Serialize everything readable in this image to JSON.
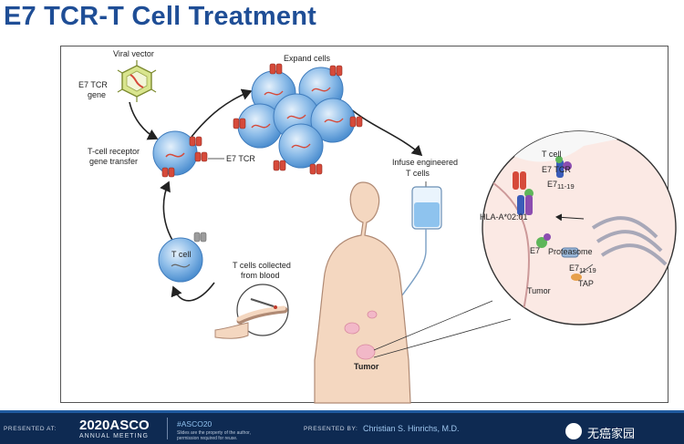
{
  "slide": {
    "title": "E7 TCR-T Cell Treatment"
  },
  "diagram": {
    "labels": {
      "viral_vector": "Viral vector",
      "e7_tcr_gene_1": "E7 TCR",
      "e7_tcr_gene_2": "gene",
      "expand_cells": "Expand cells",
      "gene_transfer_1": "T-cell receptor",
      "gene_transfer_2": "gene transfer",
      "e7_tcr": "E7 TCR",
      "infuse_1": "Infuse engineered",
      "infuse_2": "T cells",
      "t_cell_left": "T cell",
      "collected_1": "T cells collected",
      "collected_2": "from blood",
      "tumor_body": "Tumor",
      "inset_t_cell": "T cell",
      "inset_e7_tcr": "E7 TCR",
      "inset_e7_peptide": "E7",
      "inset_e7_peptide_sub": "11-19",
      "inset_hla": "HLA-A*02:01",
      "inset_proteasome": "Proteasome",
      "inset_e7": "E7",
      "inset_e7_frag": "E7",
      "inset_e7_frag_sub": "11-19",
      "inset_tap": "TAP",
      "inset_tumor": "Tumor"
    },
    "colors": {
      "cell_blue": "#6fa8e0",
      "cell_highlight": "#cfe4f7",
      "receptor_red": "#d64a3a",
      "skin": "#f4d7c0",
      "skin_line": "#b08a74",
      "tumor_pink": "#f2b8c8",
      "vector_green": "#c9d97a",
      "receptor_blue": "#3b5cb8",
      "peptide_purple": "#8c4db0",
      "peptide_green": "#5fb65a"
    }
  },
  "footer": {
    "presented_at": "PRESENTED AT:",
    "year_asco": "2020ASCO",
    "annual_meeting": "ANNUAL MEETING",
    "hashtag": "#ASCO20",
    "note": "Slides are the property of the author, permission required for reuse.",
    "presented_by": "PRESENTED BY:",
    "presenter": "Christian S. Hinrichs, M.D."
  },
  "watermark": {
    "text": "无癌家园",
    "icon": "wechat-icon"
  }
}
